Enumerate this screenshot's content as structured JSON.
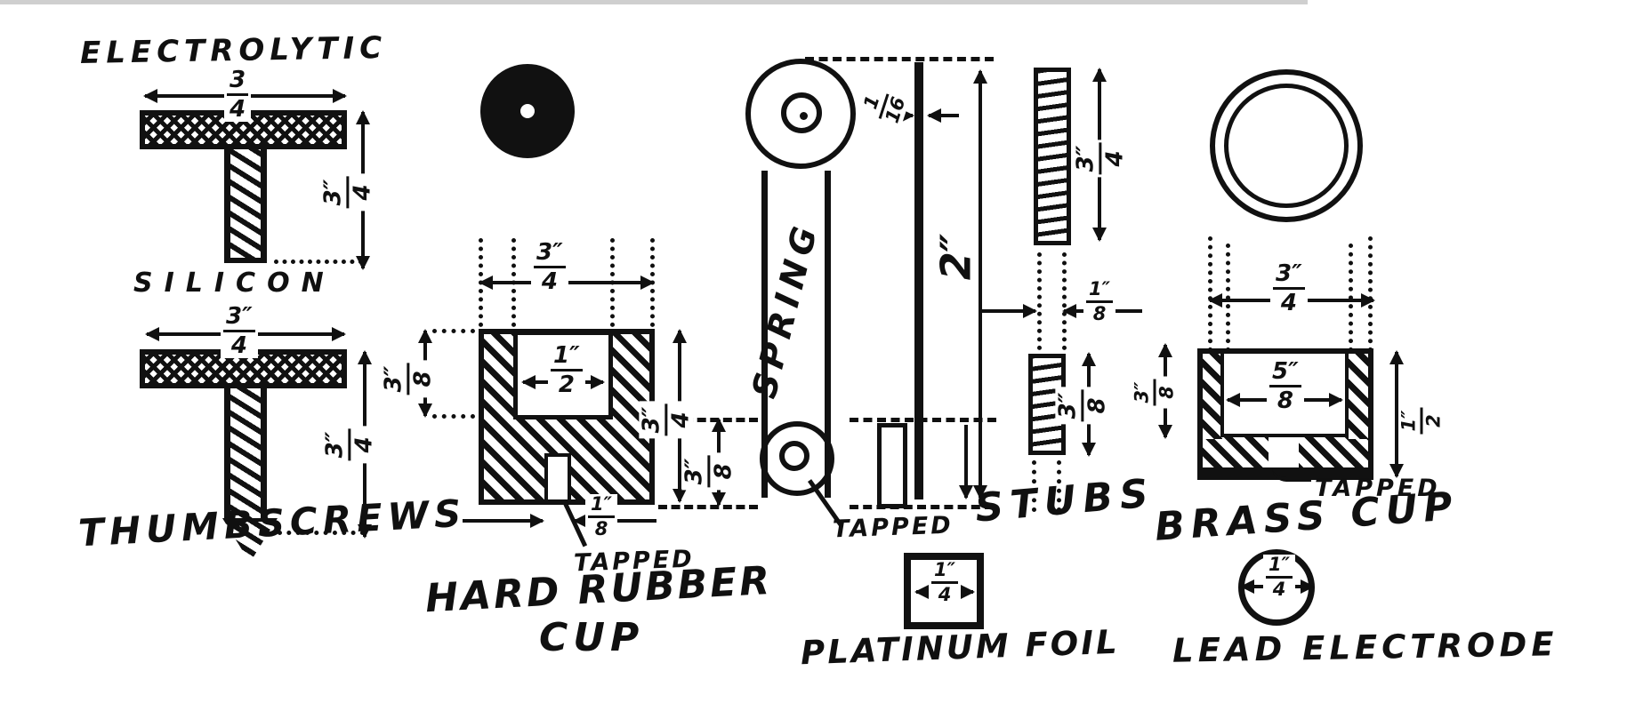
{
  "drawing": {
    "thumbscrews": {
      "section_label": "THUMBSCREWS",
      "electrolytic_label": "ELECTROLYTIC",
      "silicon_label": "SILICON",
      "elec_width": {
        "num": "3",
        "den": "4"
      },
      "elec_height": {
        "num": "3″",
        "den": "4"
      },
      "sil_width": {
        "num": "3″",
        "den": "4"
      },
      "sil_height": {
        "num": "3″",
        "den": "4"
      }
    },
    "hard_rubber_cup": {
      "label1": "HARD RUBBER",
      "label2": "CUP",
      "tapped": "TAPPED",
      "outer_width": {
        "num": "3″",
        "den": "4"
      },
      "cavity_width": {
        "num": "1″",
        "den": "2"
      },
      "cavity_depth": {
        "num": "3″",
        "den": "8"
      },
      "height": {
        "num": "3″",
        "den": "4"
      },
      "lower_gap": {
        "num": "3″",
        "den": "8"
      },
      "tap_hole": {
        "num": "1″",
        "den": "8"
      }
    },
    "spring": {
      "label": "SPRING",
      "tapped": "TAPPED",
      "length": "2″",
      "thickness": {
        "num": "1",
        "den": "16"
      }
    },
    "stubs": {
      "label": "STUBS",
      "long_length": {
        "num": "3″",
        "den": "4"
      },
      "diameter": {
        "num": "1″",
        "den": "8"
      },
      "short_length": {
        "num": "3″",
        "den": "8"
      }
    },
    "brass_cup": {
      "label": "BRASS CUP",
      "tapped": "TAPPED",
      "outer_width": {
        "num": "3″",
        "den": "4"
      },
      "cavity_width": {
        "num": "5″",
        "den": "8"
      },
      "left_depth": {
        "num": "3″",
        "den": "8"
      },
      "height": {
        "num": "1″",
        "den": "2"
      }
    },
    "platinum_foil": {
      "label": "PLATINUM FOIL",
      "size": {
        "num": "1″",
        "den": "4"
      }
    },
    "lead_electrode": {
      "label": "LEAD ELECTRODE",
      "size": {
        "num": "1″",
        "den": "4"
      }
    }
  }
}
